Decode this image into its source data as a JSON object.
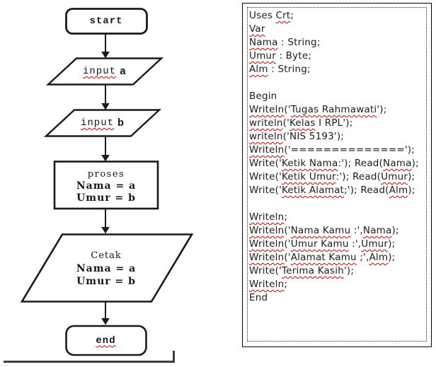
{
  "flowchart": {
    "stroke_color": "#1a1a1a",
    "start": {
      "label": "start"
    },
    "input_a": {
      "word": "input",
      "var": "a"
    },
    "input_b": {
      "word": "input",
      "var": "b"
    },
    "process": {
      "title": "proses",
      "assign1": "Nama = a",
      "assign2": "Umur = b"
    },
    "output": {
      "title": "Cetak",
      "assign1": "Nama = a",
      "assign2": "Umur = b"
    },
    "end": {
      "label": "end"
    }
  },
  "code": {
    "text_color": "#1b1b1b",
    "squiggle_color": "#cc0000",
    "lines": [
      [
        {
          "t": "Uses "
        },
        {
          "t": "Crt",
          "m": true
        },
        {
          "t": ";"
        }
      ],
      [
        {
          "t": "Var",
          "m": true
        }
      ],
      [
        {
          "t": "Nama",
          "m": true
        },
        {
          "t": " : String;"
        }
      ],
      [
        {
          "t": "Umur",
          "m": true
        },
        {
          "t": " : Byte;"
        }
      ],
      [
        {
          "t": "Alm",
          "m": true
        },
        {
          "t": " : String;"
        }
      ],
      [],
      [
        {
          "t": "Begin"
        }
      ],
      [
        {
          "t": "Writeln",
          "m": true
        },
        {
          "t": "('"
        },
        {
          "t": "Tugas Rahmawati",
          "m": true
        },
        {
          "t": "');"
        }
      ],
      [
        {
          "t": "writeln",
          "m": true
        },
        {
          "t": "('"
        },
        {
          "t": "Kelas",
          "m": true
        },
        {
          "t": " I RPL');"
        }
      ],
      [
        {
          "t": "writeln",
          "m": true
        },
        {
          "t": "('NIS 5193');"
        }
      ],
      [
        {
          "t": "Writeln",
          "m": true
        },
        {
          "t": "('==============');"
        }
      ],
      [
        {
          "t": "Write('"
        },
        {
          "t": "Ketik Nama",
          "m": true
        },
        {
          "t": ":'); Read("
        },
        {
          "t": "Nama",
          "m": true
        },
        {
          "t": ");"
        }
      ],
      [
        {
          "t": "Write('"
        },
        {
          "t": "Ketik Umur",
          "m": true
        },
        {
          "t": ":'); Read("
        },
        {
          "t": "Umur",
          "m": true
        },
        {
          "t": ");"
        }
      ],
      [
        {
          "t": "Write('"
        },
        {
          "t": "Ketik Alamat",
          "m": true
        },
        {
          "t": ";'); Read("
        },
        {
          "t": "Alm",
          "m": true
        },
        {
          "t": ");"
        }
      ],
      [],
      [
        {
          "t": "Writeln",
          "m": true
        },
        {
          "t": ";"
        }
      ],
      [
        {
          "t": "Writeln",
          "m": true
        },
        {
          "t": "('"
        },
        {
          "t": "Nama Kamu",
          "m": true
        },
        {
          "t": " :',"
        },
        {
          "t": "Nama",
          "m": true
        },
        {
          "t": ");"
        }
      ],
      [
        {
          "t": "Writeln",
          "m": true
        },
        {
          "t": "('"
        },
        {
          "t": "Umur Kamu",
          "m": true
        },
        {
          "t": " :',"
        },
        {
          "t": "Umur",
          "m": true
        },
        {
          "t": ");"
        }
      ],
      [
        {
          "t": "Writeln",
          "m": true
        },
        {
          "t": "('"
        },
        {
          "t": "Alamat Kamu",
          "m": true
        },
        {
          "t": " ;',"
        },
        {
          "t": "Alm",
          "m": true
        },
        {
          "t": ");"
        }
      ],
      [
        {
          "t": "Write('"
        },
        {
          "t": "Terima Kasih",
          "m": true
        },
        {
          "t": "');"
        }
      ],
      [
        {
          "t": "Writeln",
          "m": true
        },
        {
          "t": ";"
        }
      ],
      [
        {
          "t": "End"
        }
      ]
    ]
  }
}
